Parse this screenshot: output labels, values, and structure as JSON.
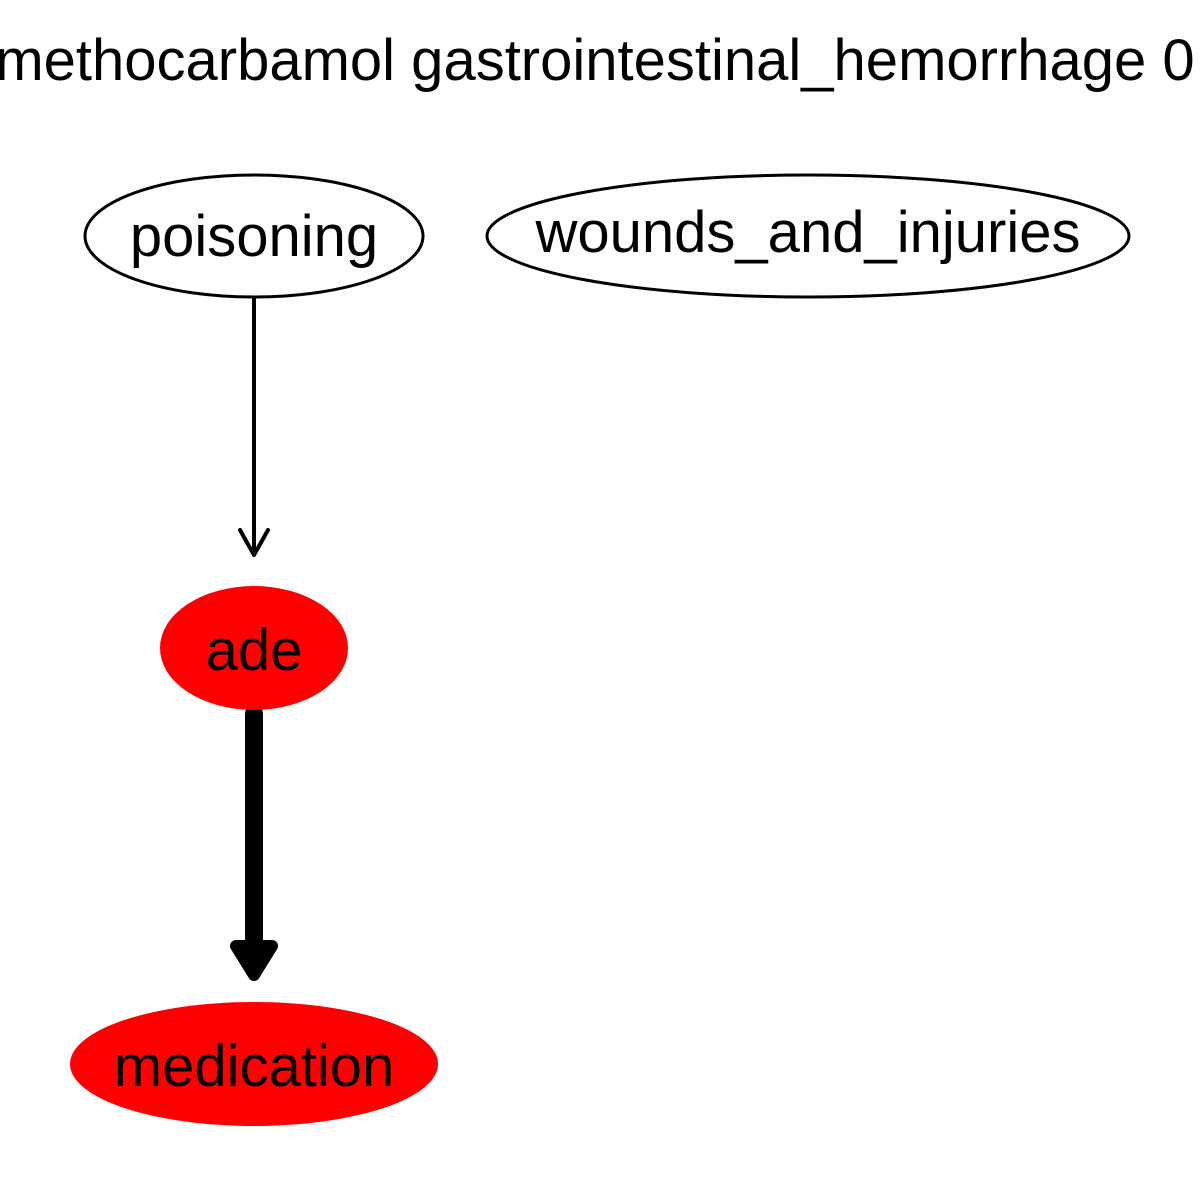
{
  "graph": {
    "title": "methocarbamol gastrointestinal_hemorrhage 0",
    "nodes": [
      {
        "id": "poisoning",
        "label": "poisoning",
        "fill": "#ffffff"
      },
      {
        "id": "wounds_and_injuries",
        "label": "wounds_and_injuries",
        "fill": "#ffffff"
      },
      {
        "id": "ade",
        "label": "ade",
        "fill": "#ff0000"
      },
      {
        "id": "medication",
        "label": "medication",
        "fill": "#ff0000"
      }
    ],
    "edges": [
      {
        "from": "poisoning",
        "to": "ade",
        "style": "thin-open-arrow"
      },
      {
        "from": "ade",
        "to": "medication",
        "style": "bold-filled-arrow"
      }
    ],
    "colors": {
      "highlight": "#ff0000",
      "stroke": "#000000",
      "background": "#ffffff"
    }
  }
}
